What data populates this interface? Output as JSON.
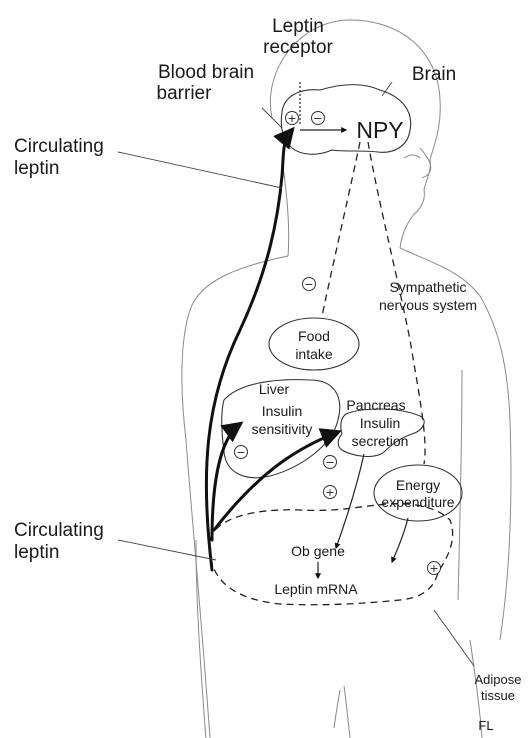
{
  "labels": {
    "leptin_receptor_l1": "Leptin",
    "leptin_receptor_l2": "receptor",
    "bbb_l1": "Blood brain",
    "bbb_l2": "barrier",
    "brain": "Brain",
    "npy": "NPY",
    "circ_top_l1": "Circulating",
    "circ_top_l2": "leptin",
    "sympathetic_l1": "Sympathetic",
    "sympathetic_l2": "nervous system",
    "food_l1": "Food",
    "food_l2": "intake",
    "liver": "Liver",
    "insulin_sens_l1": "Insulin",
    "insulin_sens_l2": "sensitivity",
    "pancreas": "Pancreas",
    "insulin_sec_l1": "Insulin",
    "insulin_sec_l2": "secretion",
    "energy_l1": "Energy",
    "energy_l2": "expenditure",
    "circ_bottom_l1": "Circulating",
    "circ_bottom_l2": "leptin",
    "ob_gene": "Ob gene",
    "leptin_mrna": "Leptin mRNA",
    "adipose_l1": "Adipose",
    "adipose_l2": "tissue",
    "credit": "FL"
  },
  "signs": {
    "plus": "+",
    "minus": "−"
  }
}
